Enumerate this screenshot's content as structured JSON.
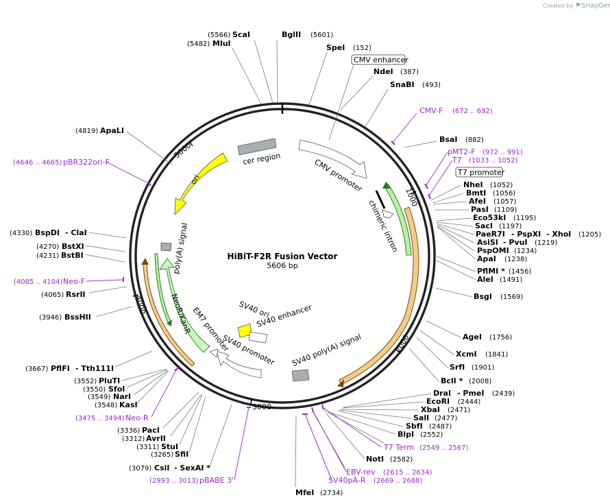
{
  "credit": {
    "created_by": "Created by",
    "brand": "SnapGene"
  },
  "map": {
    "name": "HiBiT-F2R Fusion Vector",
    "length": "5606 bp"
  },
  "ticks": [
    "1000",
    "2000",
    "3000",
    "4000",
    "5000"
  ],
  "features": [
    {
      "id": "cmv-enhancer",
      "label": "CMV enhancer"
    },
    {
      "id": "cmv-promoter",
      "label": "CMV promoter"
    },
    {
      "id": "chimeric-intron",
      "label": "chimeric intron"
    },
    {
      "id": "t7-promoter",
      "label": "T7 promoter"
    },
    {
      "id": "sv40-polya",
      "label": "SV40 poly(A) signal"
    },
    {
      "id": "sv40-ori",
      "label": "SV40 ori"
    },
    {
      "id": "sv40-enhancer",
      "label": "SV40 enhancer"
    },
    {
      "id": "sv40-promoter",
      "label": "SV40 promoter"
    },
    {
      "id": "em7-promoter",
      "label": "EM7 promoter"
    },
    {
      "id": "neor",
      "label": "NeoR/KanR"
    },
    {
      "id": "polya",
      "label": "poly(A) signal"
    },
    {
      "id": "ori",
      "label": "ori"
    },
    {
      "id": "cer",
      "label": "cer region"
    }
  ],
  "enzymes": [
    {
      "id": "scai",
      "name": "ScaI",
      "pos": "(5566)"
    },
    {
      "id": "mlui",
      "name": "MluI",
      "pos": "(5482)"
    },
    {
      "id": "bglii",
      "name": "BglII",
      "pos": "(5601)"
    },
    {
      "id": "spei",
      "name": "SpeI",
      "pos": "(152)"
    },
    {
      "id": "ndei",
      "name": "NdeI",
      "pos": "(387)"
    },
    {
      "id": "snabi",
      "name": "SnaBI",
      "pos": "(493)"
    },
    {
      "id": "bsai",
      "name": "BsaI",
      "pos": "(882)"
    },
    {
      "id": "nhei",
      "name": "NheI",
      "pos": "(1052)"
    },
    {
      "id": "bmti",
      "name": "BmtI",
      "pos": "(1056)"
    },
    {
      "id": "afei",
      "name": "AfeI",
      "pos": "(1057)"
    },
    {
      "id": "pasi",
      "name": "PasI",
      "pos": "(1109)"
    },
    {
      "id": "eco53ki",
      "name": "Eco53kI",
      "pos": "(1195)"
    },
    {
      "id": "saci",
      "name": "SacI",
      "pos": "(1197)"
    },
    {
      "id": "paer7i",
      "name": "PaeR7I",
      "name2": "- PspXI",
      "name3": "- XhoI",
      "pos": "(1205)"
    },
    {
      "id": "asisi",
      "name": "AsiSI",
      "name2": "- PvuI",
      "pos": "(1219)"
    },
    {
      "id": "pspomi",
      "name": "PspOMI",
      "pos": "(1234)"
    },
    {
      "id": "apai",
      "name": "ApaI",
      "pos": "(1238)"
    },
    {
      "id": "pflmi",
      "name": "PflMI *",
      "pos": "(1456)"
    },
    {
      "id": "alei",
      "name": "AleI",
      "pos": "(1491)"
    },
    {
      "id": "bsgi",
      "name": "BsgI",
      "pos": "(1569)"
    },
    {
      "id": "agei",
      "name": "AgeI",
      "pos": "(1756)"
    },
    {
      "id": "xcmi",
      "name": "XcmI",
      "pos": "(1841)"
    },
    {
      "id": "srfi",
      "name": "SrfI",
      "pos": "(1901)"
    },
    {
      "id": "bcli",
      "name": "BclI *",
      "pos": "(2008)"
    },
    {
      "id": "drai",
      "name": "DraI",
      "name2": "- PmeI",
      "pos": "(2439)"
    },
    {
      "id": "ecori",
      "name": "EcoRI",
      "pos": "(2444)"
    },
    {
      "id": "xbai",
      "name": "XbaI",
      "pos": "(2471)"
    },
    {
      "id": "sali",
      "name": "SalI",
      "pos": "(2477)"
    },
    {
      "id": "sbfi",
      "name": "SbfI",
      "pos": "(2487)"
    },
    {
      "id": "blpi",
      "name": "BlpI",
      "pos": "(2552)"
    },
    {
      "id": "noti",
      "name": "NotI",
      "pos": "(2582)"
    },
    {
      "id": "mfei",
      "name": "MfeI",
      "pos": "(2734)"
    },
    {
      "id": "csii",
      "name": "CsiI",
      "name2": "- SexAI *",
      "pos": "(3079)"
    },
    {
      "id": "sfii",
      "name": "SfiI",
      "pos": "(3265)"
    },
    {
      "id": "stui",
      "name": "StuI",
      "pos": "(3311)"
    },
    {
      "id": "avrii",
      "name": "AvrII",
      "pos": "(3312)"
    },
    {
      "id": "paci",
      "name": "PacI",
      "pos": "(3336)"
    },
    {
      "id": "kasi",
      "name": "KasI",
      "pos": "(3548)"
    },
    {
      "id": "nari",
      "name": "NarI",
      "pos": "(3549)"
    },
    {
      "id": "sfoi",
      "name": "SfoI",
      "pos": "(3550)"
    },
    {
      "id": "pluti",
      "name": "PluTI",
      "pos": "(3552)"
    },
    {
      "id": "pflfi",
      "name": "PflFI",
      "name2": "- Tth111I",
      "pos": "(3667)"
    },
    {
      "id": "bsshii",
      "name": "BssHII",
      "pos": "(3946)"
    },
    {
      "id": "rsrii",
      "name": "RsrII",
      "pos": "(4065)"
    },
    {
      "id": "bstbi",
      "name": "BstBI",
      "pos": "(4231)"
    },
    {
      "id": "bstxi",
      "name": "BstXI",
      "pos": "(4270)"
    },
    {
      "id": "bspdi",
      "name": "BspDI",
      "name2": "- ClaI",
      "pos": "(4330)"
    },
    {
      "id": "apali",
      "name": "ApaLI",
      "pos": "(4819)"
    }
  ],
  "primers": [
    {
      "id": "cmv-f",
      "name": "CMV-F",
      "range": "(672 .. 692)"
    },
    {
      "id": "pmt2-f",
      "name": "pMT2-F",
      "range": "(972 .. 991)"
    },
    {
      "id": "t7",
      "name": "T7",
      "range": "(1033 .. 1052)"
    },
    {
      "id": "t7-term",
      "name": "T7 Term",
      "range": "(2549 .. 2567)"
    },
    {
      "id": "ebv-rev",
      "name": "EBV-rev",
      "range": "(2615 .. 2634)"
    },
    {
      "id": "sv40pa-r",
      "name": "SV40pA-R",
      "range": "(2669 .. 2688)"
    },
    {
      "id": "pbabe3",
      "name": "pBABE 3'",
      "range": "(2993 .. 3013)"
    },
    {
      "id": "neo-r",
      "name": "Neo-R",
      "range": "(3475 .. 3494)"
    },
    {
      "id": "neo-f",
      "name": "Neo-F",
      "range": "(4085 .. 4104)"
    },
    {
      "id": "pbr322ori-f",
      "name": "pBR322ori-F",
      "range": "(4646 .. 4665)"
    }
  ],
  "colors": {
    "backbone": "#222222",
    "primer": "#9a28c8",
    "orf_fill": "#ffffff",
    "orf_highlight": "#f4cc8a",
    "orf_stroke": "#7a4a10",
    "intron_fill": "#b9f0a6",
    "neor_fill": "#c8f5c0",
    "ori_fill": "#ffff00",
    "gray_feature": "#a9aeb3"
  }
}
